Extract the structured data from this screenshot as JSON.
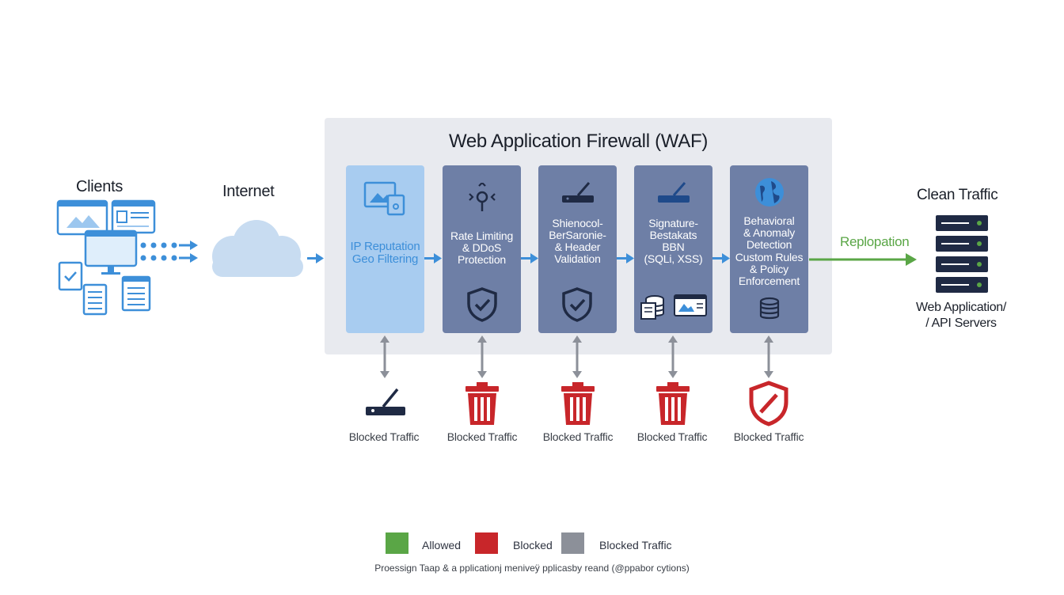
{
  "clients": {
    "label": "Clients"
  },
  "internet": {
    "label": "Internet"
  },
  "waf": {
    "title": "Web Application Firewall (WAF)",
    "stages": [
      {
        "lines": [
          "IP Reputation",
          "Geo Filtering"
        ],
        "icon": "image-icon"
      },
      {
        "lines": [
          "Rate Limiting",
          "& DDoS",
          "Protection"
        ],
        "icon": "shield-check-icon"
      },
      {
        "lines": [
          "Shienocol-",
          "BerSaronie-",
          "& Header",
          "Validation"
        ],
        "icon": "shield-check-icon"
      },
      {
        "lines": [
          "Signature-",
          "Bestakats",
          "BBN",
          "(SQLi, XSS)"
        ],
        "icon": "database-and-browser-icon"
      },
      {
        "lines": [
          "Behavioral",
          "& Anomaly",
          "Detection",
          "Custom Rules",
          "& Policy",
          "Enforcement"
        ],
        "icon": "database-icon"
      }
    ]
  },
  "replication": {
    "label": "Replopation"
  },
  "clean": {
    "title": "Clean Traffic",
    "server_line1": "Web Application/",
    "server_line2": "/ API Servers"
  },
  "blocked": [
    {
      "label": "Blocked Traffic",
      "icon": "scanner-icon"
    },
    {
      "label": "Blocked Traffic",
      "icon": "trash-icon"
    },
    {
      "label": "Blocked Traffic",
      "icon": "trash-icon"
    },
    {
      "label": "Blocked Traffic",
      "icon": "trash-icon"
    },
    {
      "label": "Blocked Traffic",
      "icon": "shield-blocked-icon"
    }
  ],
  "legend": [
    {
      "label": "Allowed",
      "color": "#5aa646"
    },
    {
      "label": "Blocked",
      "color": "#c8262a"
    },
    {
      "label": "Blocked Traffic",
      "color": "#8c9099"
    }
  ],
  "footnote": "Proessign Taap & a pplicationj meniveÿ pplicasby reand (@ppabor cytions)",
  "colors": {
    "flow_arrow": "#3d8fd9",
    "allowed_arrow": "#5aa646",
    "stage": "#6e7fa6",
    "stage_light": "#a8ccf0",
    "blocked_red": "#c8262a",
    "navy": "#1f2a44"
  }
}
